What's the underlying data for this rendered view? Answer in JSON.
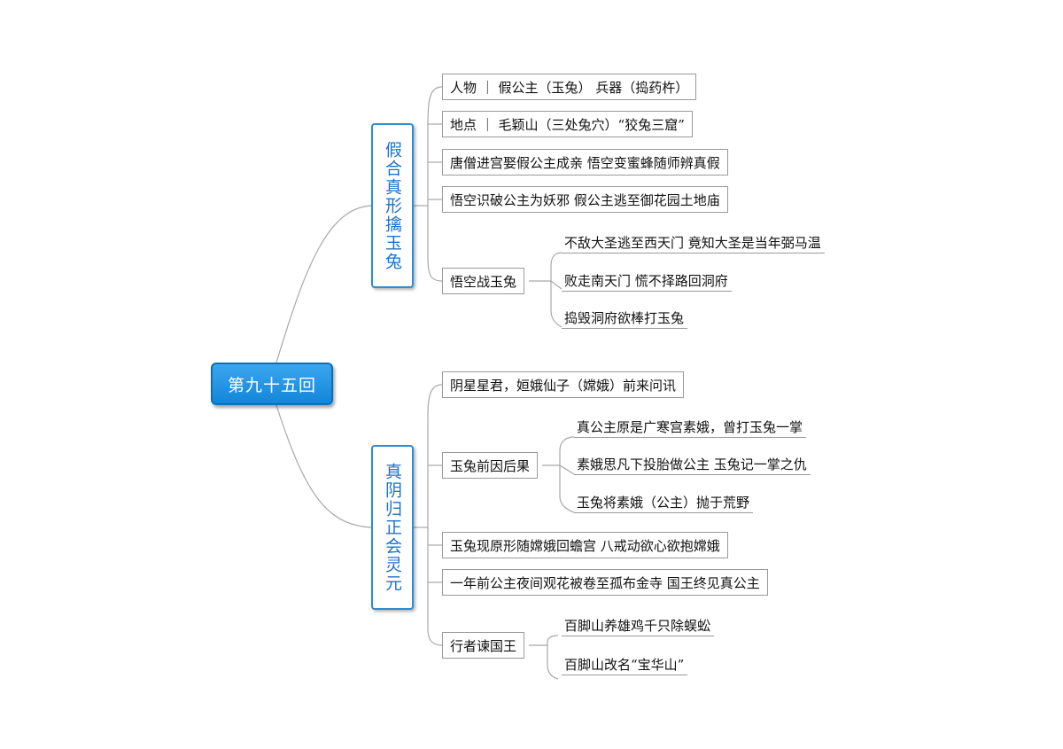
{
  "root": {
    "label": "第九十五回"
  },
  "branch1": {
    "label": "假合真形擒玉兔",
    "items": [
      {
        "label": "人物 ｜ 假公主（玉兔） 兵器（捣药杵）"
      },
      {
        "label": "地点 ｜ 毛颖山（三处兔穴）“狡兔三窟”"
      },
      {
        "label": "唐僧进宫娶假公主成亲 悟空变蜜蜂随师辨真假"
      },
      {
        "label": "悟空识破公主为妖邪 假公主逃至御花园土地庙"
      },
      {
        "label": "悟空战玉兔",
        "children": [
          {
            "label": "不敌大圣逃至西天门 竟知大圣是当年弼马温"
          },
          {
            "label": "败走南天门 慌不择路回洞府"
          },
          {
            "label": "捣毁洞府欲棒打玉兔"
          }
        ]
      }
    ]
  },
  "branch2": {
    "label": "真阴归正会灵元",
    "items": [
      {
        "label": "阴星星君，姮娥仙子（嫦娥）前来问讯"
      },
      {
        "label": "玉兔前因后果",
        "children": [
          {
            "label": "真公主原是广寒宫素娥，曾打玉兔一掌"
          },
          {
            "label": "素娥思凡下投胎做公主 玉兔记一掌之仇"
          },
          {
            "label": "玉兔将素娥（公主）抛于荒野"
          }
        ]
      },
      {
        "label": "玉兔现原形随嫦娥回蟾宫 八戒动欲心欲抱嫦娥"
      },
      {
        "label": "一年前公主夜间观花被卷至孤布金寺 国王终见真公主"
      },
      {
        "label": "行者谏国王",
        "children": [
          {
            "label": "百脚山养雄鸡千只除蜈蚣"
          },
          {
            "label": "百脚山改名“宝华山”"
          }
        ]
      }
    ]
  }
}
